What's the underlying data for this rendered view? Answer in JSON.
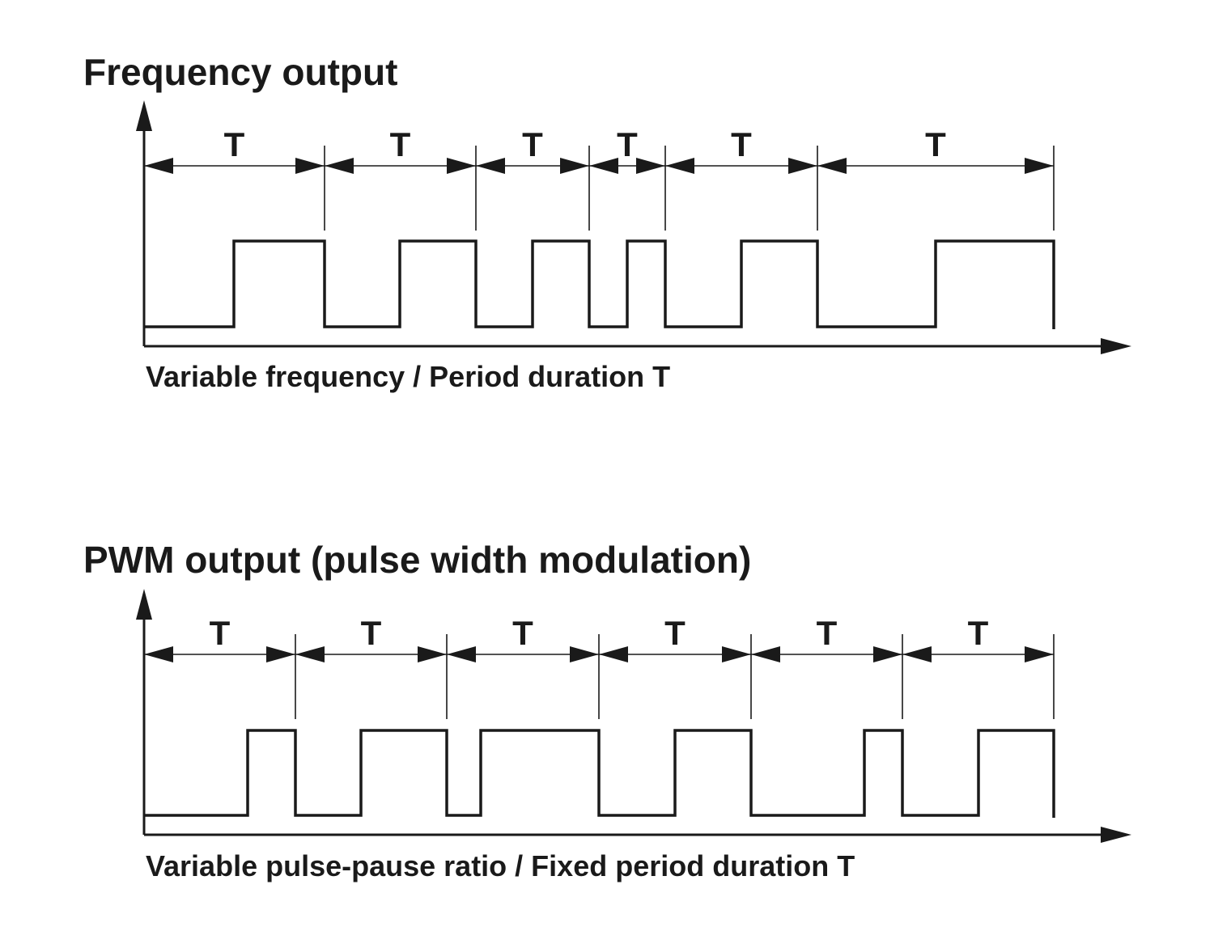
{
  "diagrams": [
    {
      "title": "Frequency output",
      "caption": "Variable frequency / Period duration T",
      "period_label": "T",
      "periods": [
        {
          "start": 0,
          "rise": 111,
          "end": 223
        },
        {
          "start": 223,
          "rise": 316,
          "end": 410
        },
        {
          "start": 410,
          "rise": 480,
          "end": 550
        },
        {
          "start": 550,
          "rise": 597,
          "end": 644
        },
        {
          "start": 644,
          "rise": 738,
          "end": 832
        },
        {
          "start": 832,
          "rise": 978,
          "end": 1124
        }
      ]
    },
    {
      "title": "PWM output (pulse width modulation)",
      "caption": "Variable pulse-pause ratio / Fixed period duration T",
      "period_label": "T",
      "periods": [
        {
          "start": 0,
          "rise": 128,
          "end": 187
        },
        {
          "start": 187,
          "rise": 268,
          "end": 374
        },
        {
          "start": 374,
          "rise": 416,
          "end": 562
        },
        {
          "start": 562,
          "rise": 656,
          "end": 750
        },
        {
          "start": 750,
          "rise": 890,
          "end": 937
        },
        {
          "start": 937,
          "rise": 1031,
          "end": 1124
        }
      ]
    }
  ]
}
